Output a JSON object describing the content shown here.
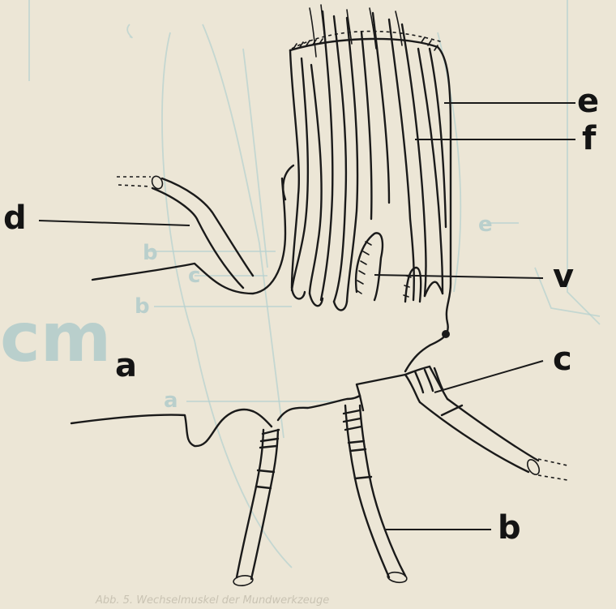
{
  "figure": {
    "labels": {
      "a": "a",
      "b": "b",
      "c": "c",
      "d": "d",
      "e": "e",
      "f": "f",
      "v": "v"
    },
    "colors": {
      "ink": "#1a1a1a",
      "paper": "#ece6d6",
      "bleed_through": "#b7d2cf"
    }
  }
}
